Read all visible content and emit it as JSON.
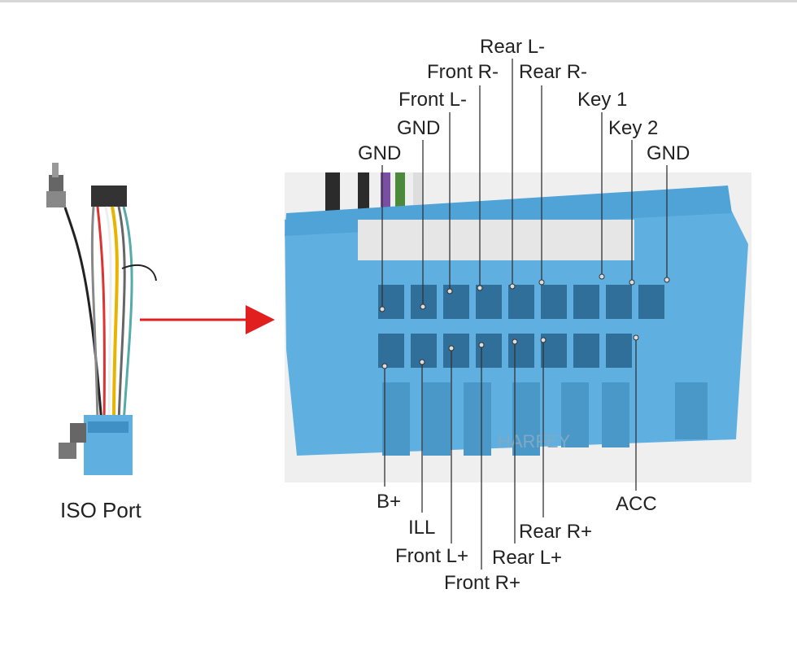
{
  "diagram": {
    "caption": "ISO Port",
    "watermark": "HARFEY",
    "pins_top": [
      "GND",
      "GND",
      "Front L-",
      "Front R-",
      "Rear L-",
      "Rear R-",
      "Key 1",
      "Key 2",
      "GND"
    ],
    "pins_bottom": [
      "B+",
      "ILL",
      "Front L+",
      "Front R+",
      "Rear L+",
      "Rear R+",
      "ACC"
    ],
    "arrow_color": "#e11f1f",
    "connector_color": "#5fb0e0"
  }
}
